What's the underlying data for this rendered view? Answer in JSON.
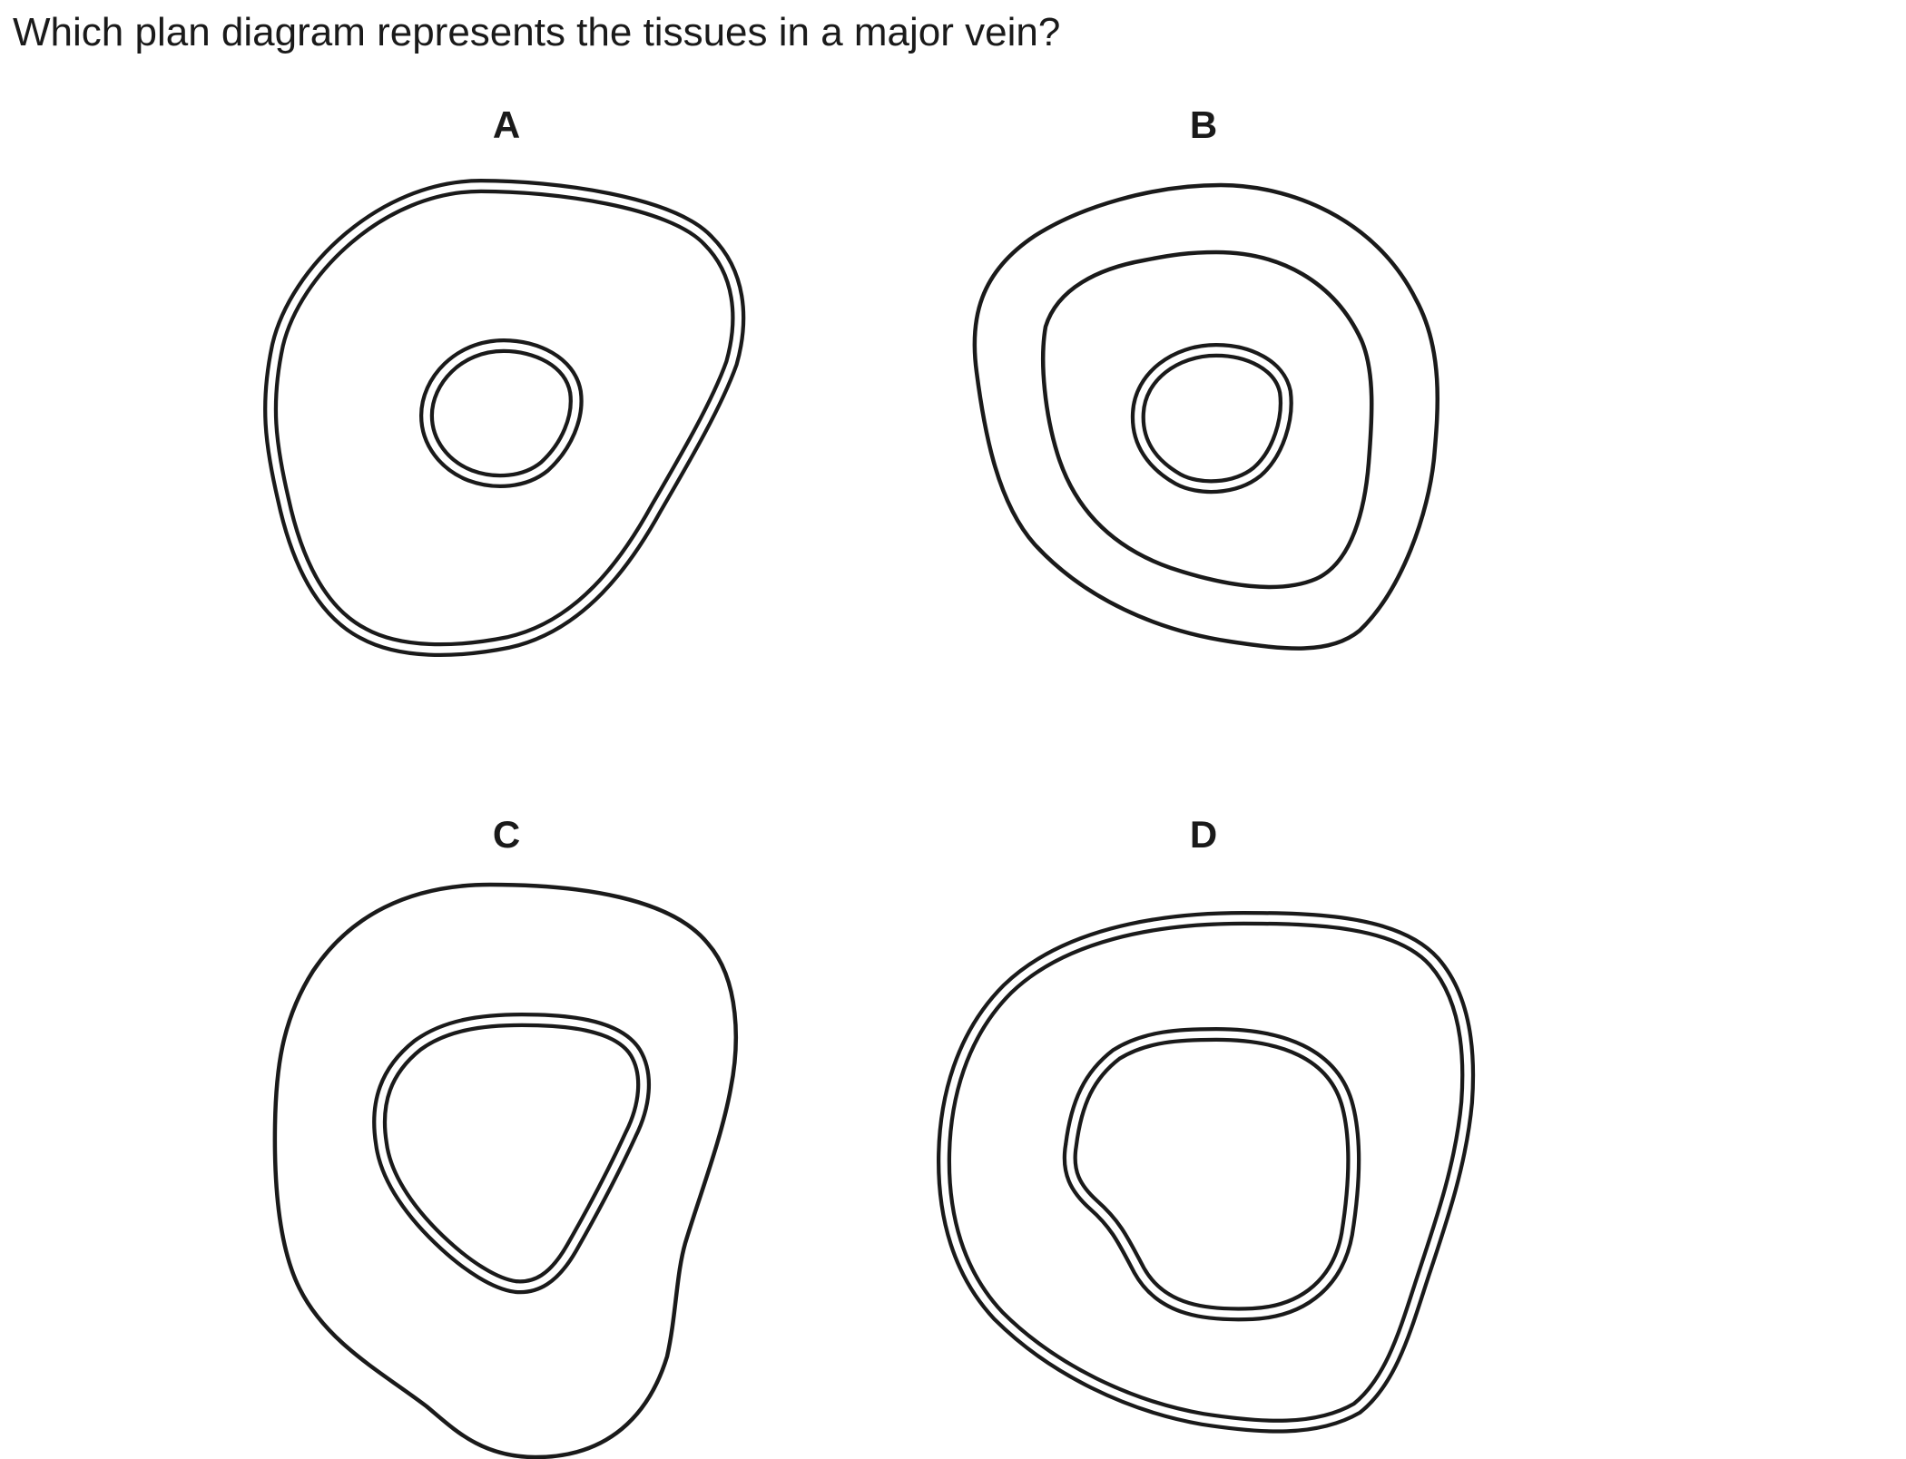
{
  "question": {
    "text": "Which plan diagram represents the tissues in a major vein?"
  },
  "options": [
    {
      "letter": "A"
    },
    {
      "letter": "B"
    },
    {
      "letter": "C"
    },
    {
      "letter": "D"
    }
  ]
}
